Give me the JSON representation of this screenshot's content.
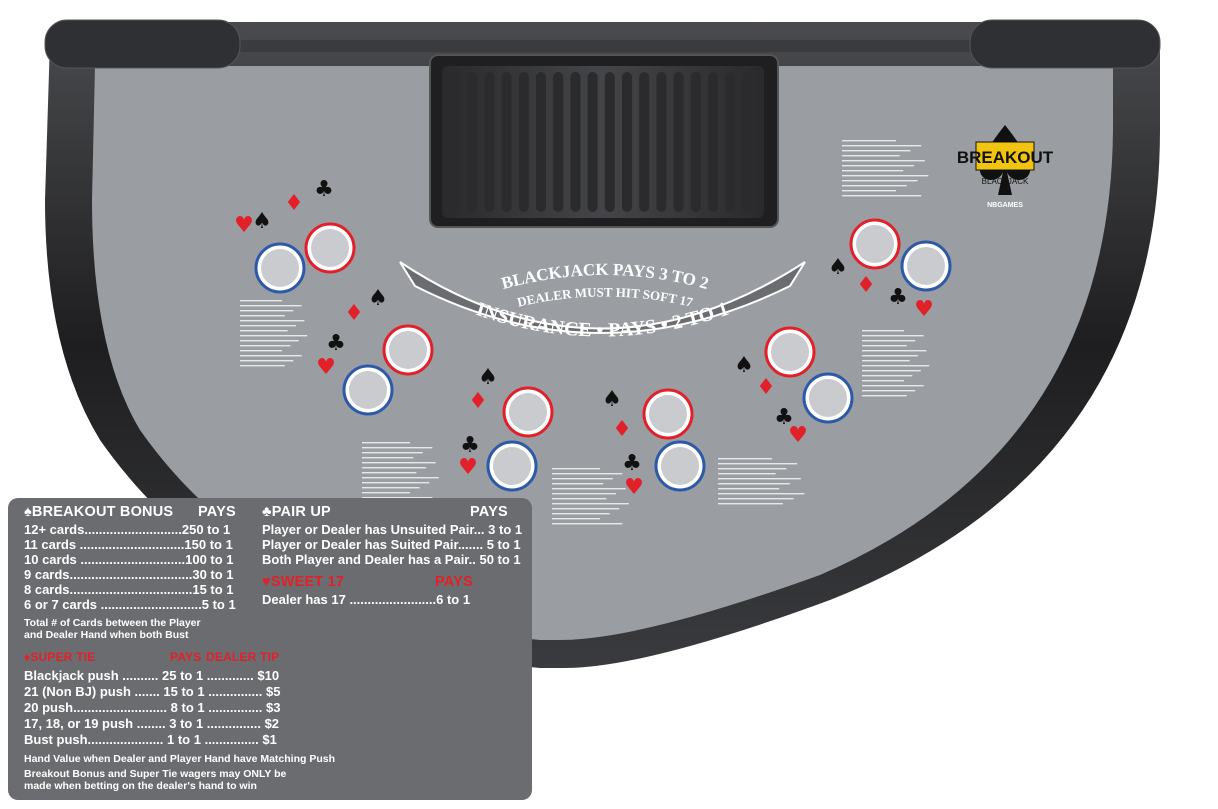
{
  "table": {
    "arc_line1": "BLACKJACK PAYS 3 TO 2",
    "arc_line2": "DEALER MUST HIT SOFT 17",
    "insurance": "INSURANCE • PAYS • 2 TO 1",
    "logo_title": "BREAKOUT",
    "logo_subtitle": "BLACKJACK",
    "logo_maker": "NBGAMES",
    "colors": {
      "felt": "#9a9ea3",
      "rail": "#2a2a2c",
      "circle_red": "#e2202a",
      "circle_blue": "#2c59a8",
      "paytable_bg": "#6b6c6f"
    }
  },
  "breakout_bonus": {
    "title": "BREAKOUT BONUS",
    "pays_label": "PAYS",
    "rows": [
      "12+ cards...........................250 to 1",
      "11 cards .............................150 to 1",
      "10 cards .............................100 to 1",
      "9 cards..................................30 to 1",
      "8 cards..................................15 to 1",
      "6 or 7 cards ............................5 to 1"
    ],
    "note": [
      "Total # of Cards between the Player",
      "and Dealer Hand when both Bust"
    ]
  },
  "pair_up": {
    "title": "PAIR UP",
    "pays_label": "PAYS",
    "rows": [
      "Player or Dealer has Unsuited Pair... 3 to 1",
      "Player or Dealer has Suited Pair....... 5 to 1",
      "Both Player and Dealer has a Pair.. 50 to 1"
    ]
  },
  "sweet_17": {
    "title": "SWEET 17",
    "pays_label": "PAYS",
    "row": "Dealer has 17 ........................6 to 1"
  },
  "super_tie": {
    "title": "SUPER TIE",
    "pays_label": "PAYS",
    "tip_label": "DEALER TIP",
    "rows": [
      "Blackjack push .......... 25 to 1 ............. $10",
      "21 (Non BJ) push ....... 15 to 1 ............... $5",
      "20 push.......................... 8 to 1 ............... $3",
      "17, 18, or 19 push ........ 3 to 1 ............... $2",
      "Bust push..................... 1 to 1 ............... $1"
    ],
    "note1": "Hand Value when Dealer and Player Hand have Matching Push",
    "note2": [
      "Breakout Bonus and Super Tie wagers may ONLY be",
      "made when betting on the dealer's hand to win"
    ]
  }
}
